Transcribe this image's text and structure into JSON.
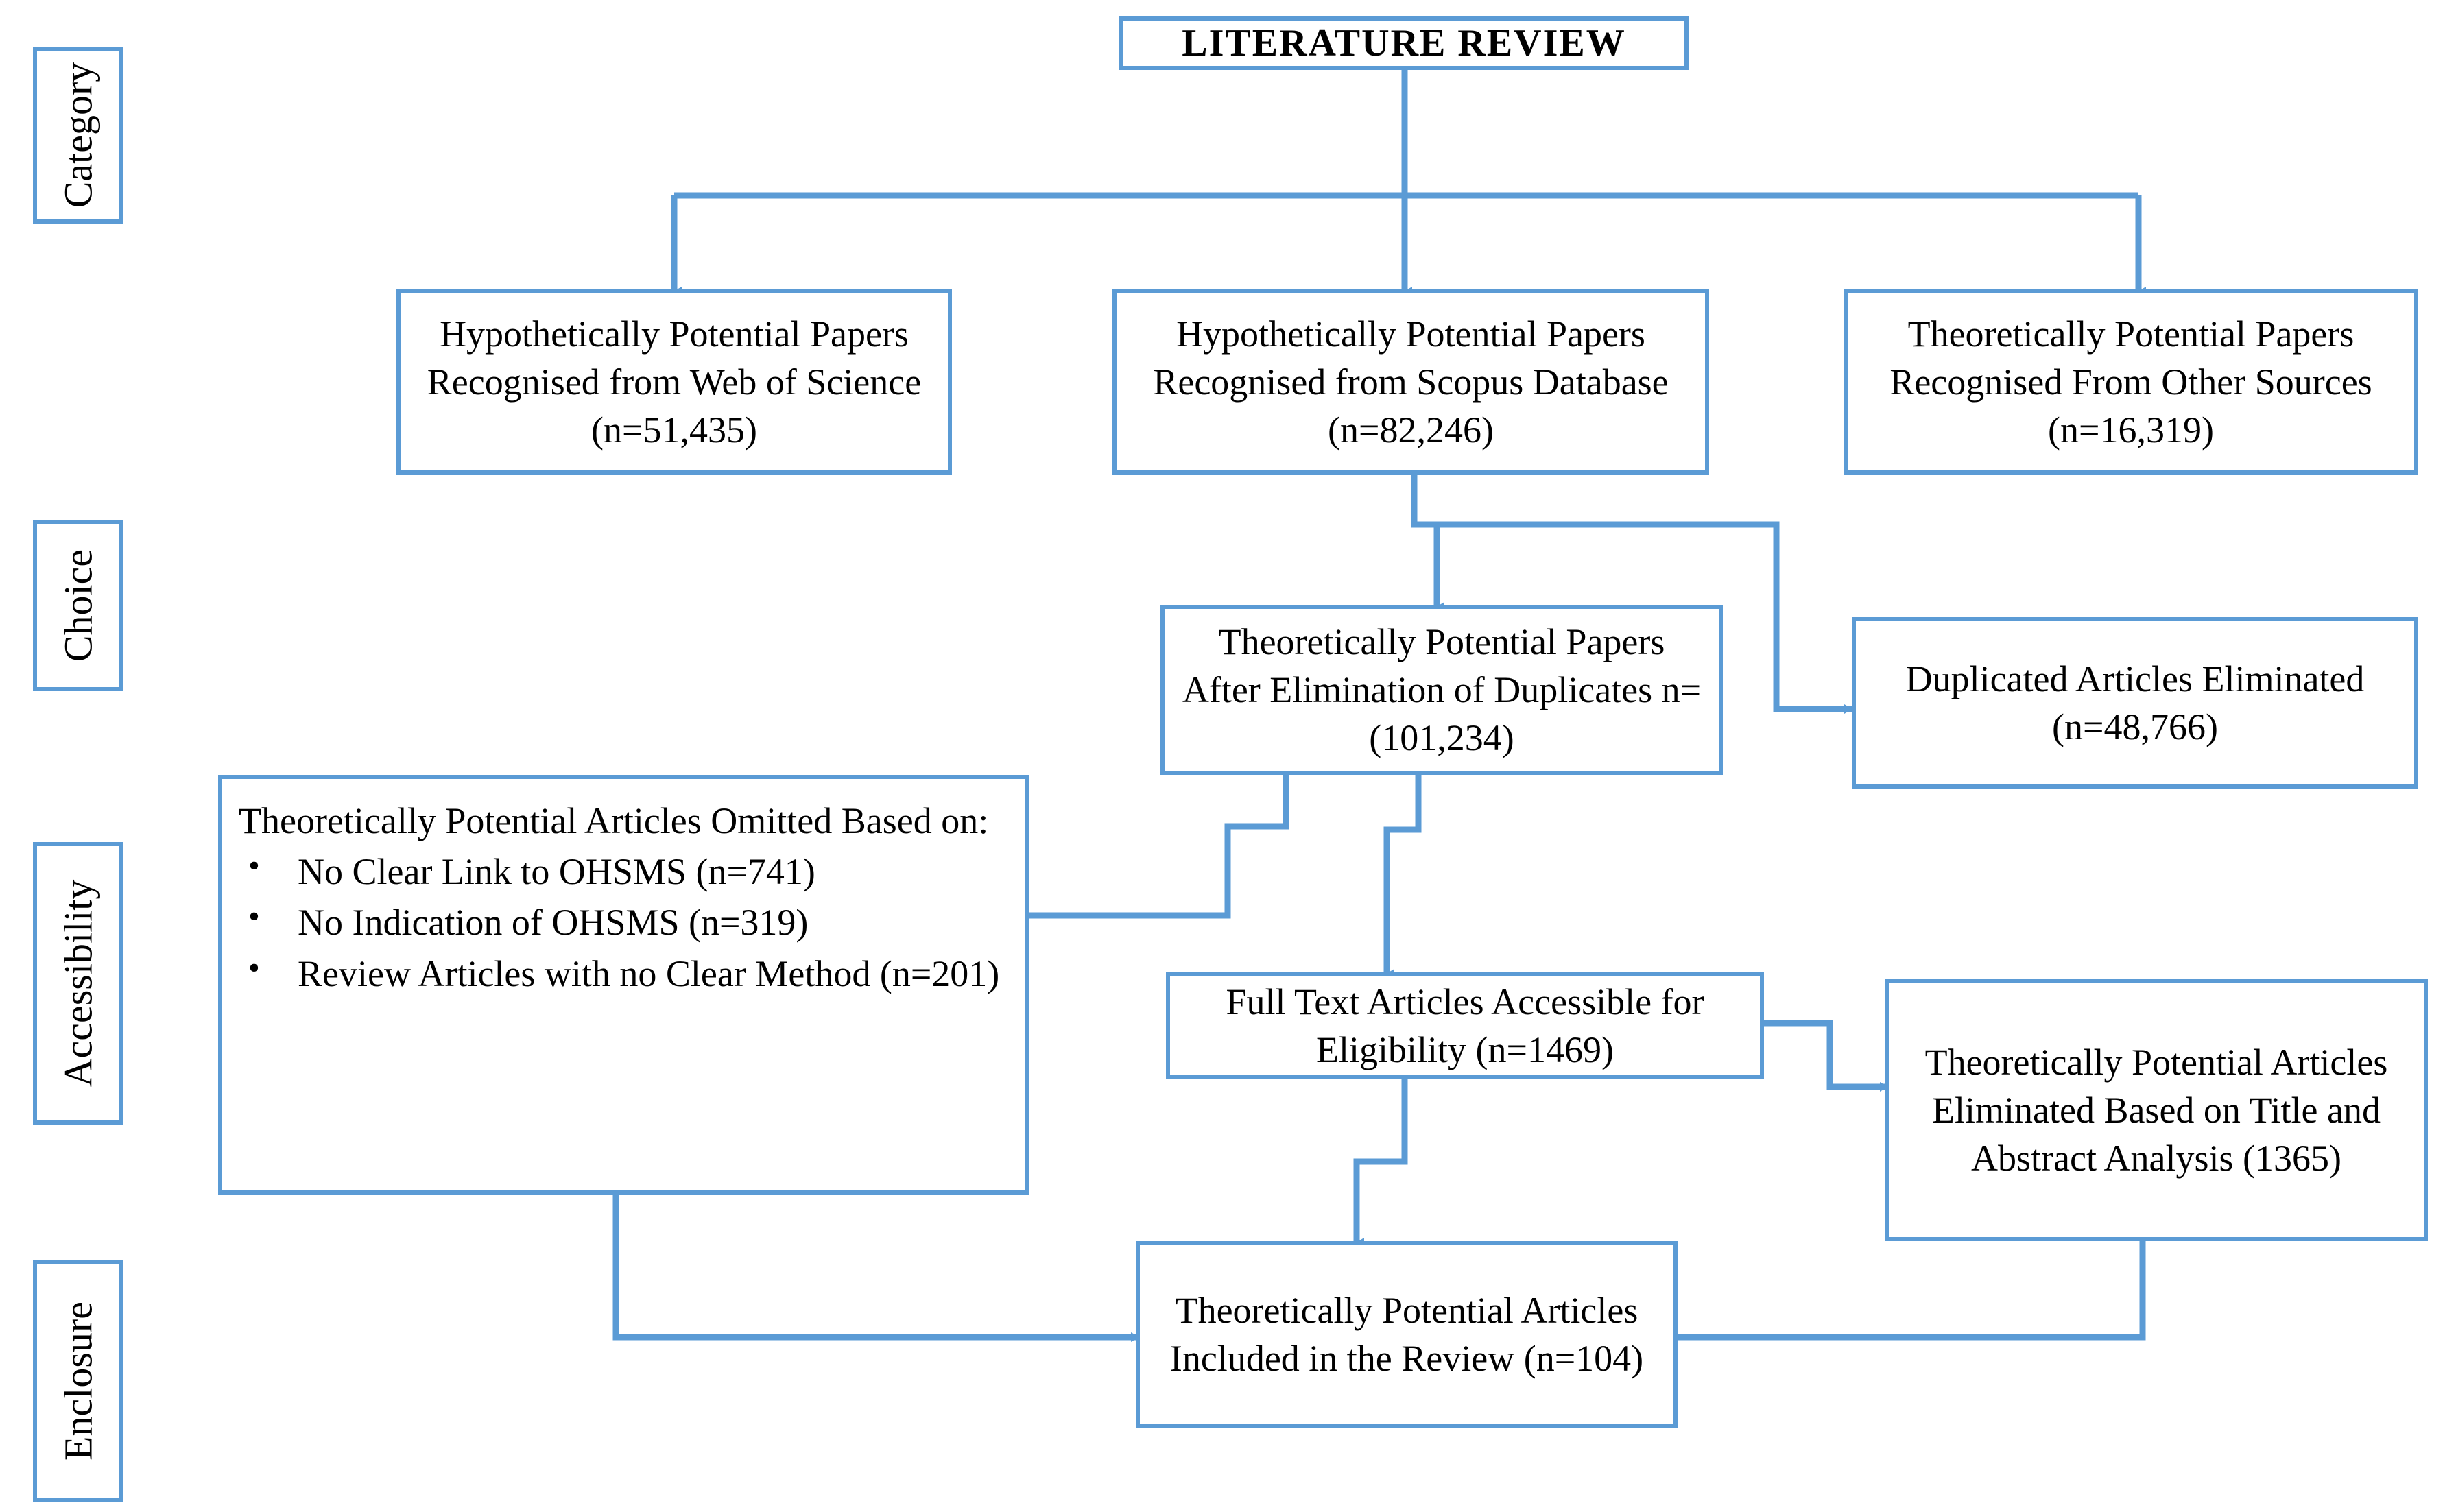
{
  "diagram": {
    "title_box": {
      "label": "LITERATURE  REVIEW"
    },
    "phases": [
      {
        "id": "category",
        "label": "Category"
      },
      {
        "id": "choice",
        "label": "Choice"
      },
      {
        "id": "accessibility",
        "label": "Accessibility"
      },
      {
        "id": "enclosure",
        "label": "Enclosure"
      }
    ],
    "nodes": {
      "wos": {
        "label": "Hypothetically Potential Papers Recognised from Web of Science (n=51,435)"
      },
      "scopus": {
        "label": "Hypothetically Potential Papers Recognised from Scopus Database (n=82,246)"
      },
      "other": {
        "label": "Theoretically Potential Papers Recognised From Other Sources (n=16,319)"
      },
      "dedup": {
        "label": "Theoretically Potential Papers  After Elimination of Duplicates n=(101,234)"
      },
      "duplicates": {
        "label": "Duplicated Articles Eliminated (n=48,766)"
      },
      "fulltext": {
        "label": "Full Text Articles Accessible for Eligibility (n=1469)"
      },
      "titleabs": {
        "label": "Theoretically Potential Articles Eliminated Based on Title and Abstract Analysis  (1365)"
      },
      "included": {
        "label": "Theoretically Potential Articles Included in the Review (n=104)"
      },
      "omitted": {
        "lead": "Theoretically Potential Articles Omitted Based on:",
        "bullets": [
          "No Clear Link to OHSMS (n=741)",
          "No Indication of OHSMS (n=319)",
          "Review Articles with no Clear Method (n=201)"
        ]
      }
    },
    "colors": {
      "connector": "#5B9BD5",
      "border": "#5B9BD5",
      "text": "#000000",
      "background": "#FFFFFF"
    }
  }
}
